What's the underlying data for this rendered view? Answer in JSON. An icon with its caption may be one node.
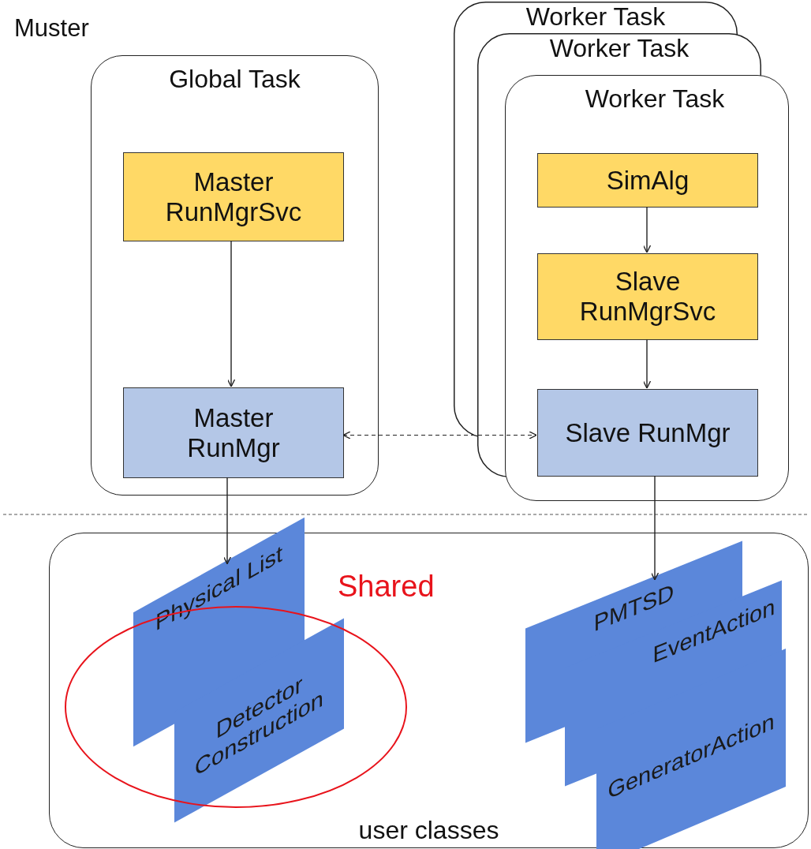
{
  "diagram": {
    "title": "Muster",
    "nodes": [
      {
        "text": [
          "Global Task"
        ]
      },
      {
        "text": [
          "Master RunMgrSvc"
        ],
        "in": 0
      },
      {
        "text": [
          "Master RunMgr"
        ],
        "in": 0
      },
      {
        "text": [
          "Worker Task"
        ]
      },
      {
        "text": [
          "Worker Task"
        ]
      },
      {
        "text": [
          "Worker Task"
        ]
      },
      {
        "text": [
          "SimAlg"
        ],
        "in": 5
      },
      {
        "text": [
          "Slave RunMgrSvc"
        ],
        "in": 5
      },
      {
        "text": [
          "Slave RunMgr"
        ],
        "in": 5
      },
      {
        "text": [
          "user classes"
        ]
      },
      {
        "text": [],
        "shape": "circle",
        "in": 9
      },
      {
        "text": [
          "Physical List"
        ],
        "in": 9
      },
      {
        "text": [
          "Detector Construction"
        ],
        "in": 10
      },
      {
        "text": [
          "PMTSD"
        ],
        "in": 9
      },
      {
        "text": [
          "EventAction"
        ],
        "in": 9
      },
      {
        "text": [
          "GeneratorAction"
        ],
        "in": 9
      }
    ],
    "edges": [
      {
        "from": 1,
        "to": 2,
        "arrow": "to"
      },
      {
        "from": 6,
        "to": 7,
        "arrow": "to"
      },
      {
        "from": 7,
        "to": 8,
        "arrow": "to"
      },
      {
        "from": 2,
        "to": 8,
        "arrow": "both",
        "style": "dashed"
      },
      {
        "from": 2,
        "to": 11,
        "arrow": "to"
      },
      {
        "from": 8,
        "to": 13,
        "arrow": "to"
      }
    ],
    "labels": [
      "Shared"
    ]
  }
}
